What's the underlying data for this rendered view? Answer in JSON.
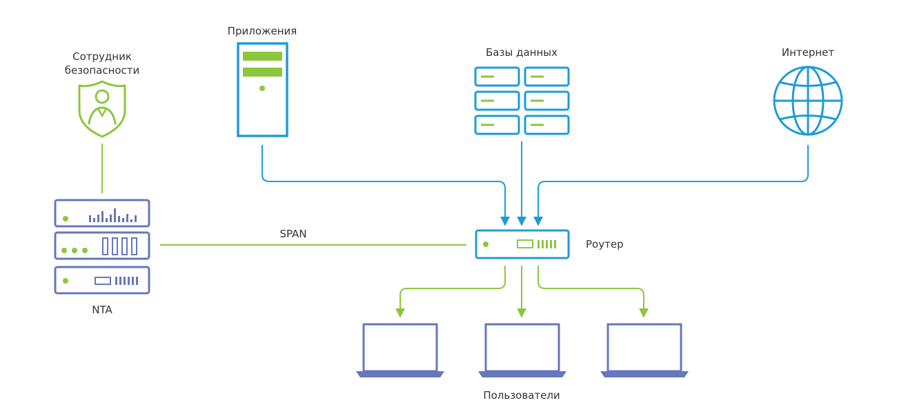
{
  "labels": {
    "security_officer_line1": "Сотрудник",
    "security_officer_line2": "безопасности",
    "applications": "Приложения",
    "databases": "Базы данных",
    "internet": "Интернет",
    "router": "Роутер",
    "span": "SPAN",
    "nta": "NTA",
    "users": "Пользователи"
  },
  "colors": {
    "blue": "#1e9bd7",
    "green": "#8cc63f",
    "purple": "#6677bb",
    "text": "#333333"
  }
}
